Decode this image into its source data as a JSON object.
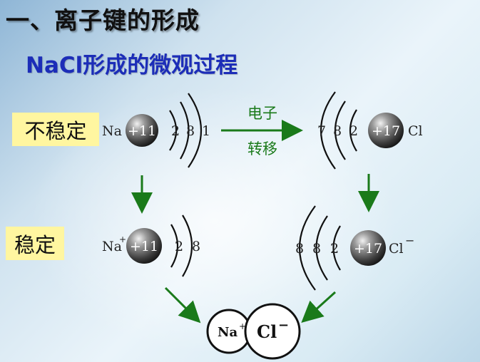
{
  "heading": "一、离子键的形成",
  "subheading": "NaCl形成的微观过程",
  "labels": {
    "unstable": "不稳定",
    "stable": "稳定"
  },
  "transfer": {
    "line1": "电子",
    "line2": "转移"
  },
  "top_row": {
    "na": {
      "symbol": "Na",
      "nucleus": "+11",
      "shells": [
        "2",
        "8",
        "1"
      ]
    },
    "cl": {
      "symbol": "Cl",
      "nucleus": "+17",
      "shells": [
        "7",
        "8",
        "2"
      ]
    }
  },
  "bottom_row": {
    "na_ion": {
      "symbol": "Na",
      "charge": "+",
      "nucleus": "+11",
      "shells": [
        "2",
        "8"
      ]
    },
    "cl_ion": {
      "symbol": "Cl",
      "charge": "−",
      "nucleus": "+17",
      "shells": [
        "8",
        "8",
        "2"
      ]
    }
  },
  "product": {
    "na": "Na",
    "na_charge": "+",
    "cl": "Cl",
    "cl_charge": "−"
  },
  "colors": {
    "arrow": "#1a7a1a",
    "title": "#111111",
    "subtitle": "#1c2db8",
    "label_bg": "#fff6a0"
  }
}
